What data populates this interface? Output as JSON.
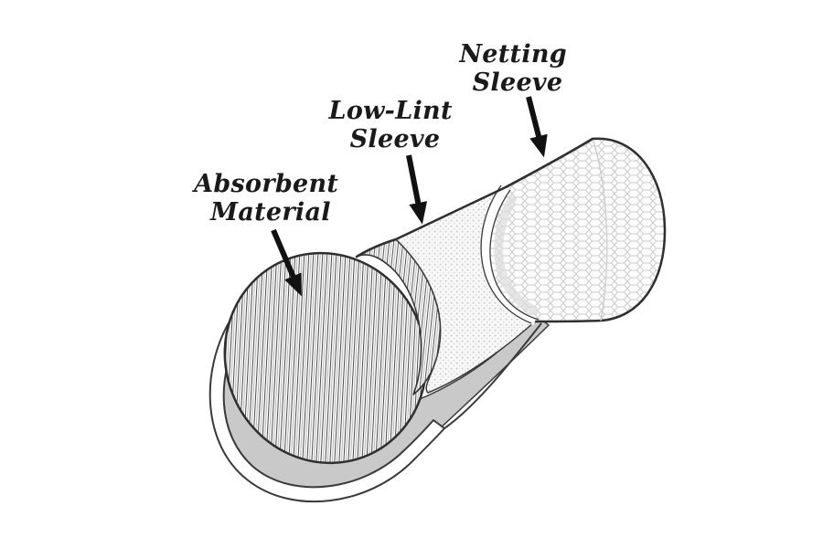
{
  "diagram": {
    "labels": [
      {
        "line1": "Absorbent",
        "line2": "Material"
      },
      {
        "line1": "Low-Lint",
        "line2": "Sleeve"
      },
      {
        "line1": "Netting",
        "line2": "Sleeve"
      }
    ],
    "colors": {
      "background": "#ffffff",
      "outline": "#2f2f2f",
      "inner_shell_gray": "#c9c9c9",
      "low_lint_fill": "#f7f7f7",
      "netting_fill": "#fcfcfc",
      "arrow": "#111111"
    }
  }
}
